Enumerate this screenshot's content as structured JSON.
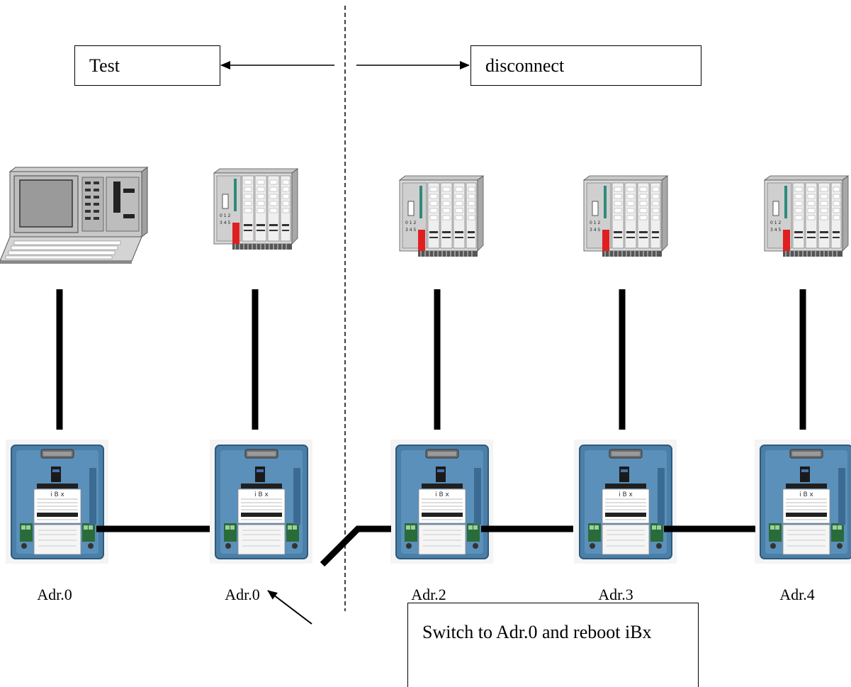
{
  "labels": {
    "test": "Test",
    "disconnect": "disconnect",
    "callout": "Switch to Adr.0 and reboot iBx"
  },
  "addresses": [
    "Adr.0",
    "Adr.0",
    "Adr.2",
    "Adr.3",
    "Adr.4"
  ],
  "colors": {
    "ibx_blue": "#4a7fa8",
    "ibx_dark": "#2e5a7e",
    "plc_body": "#d9d9d9",
    "plc_red": "#e02020",
    "plc_green": "#2e8b7a",
    "line": "#000000"
  }
}
